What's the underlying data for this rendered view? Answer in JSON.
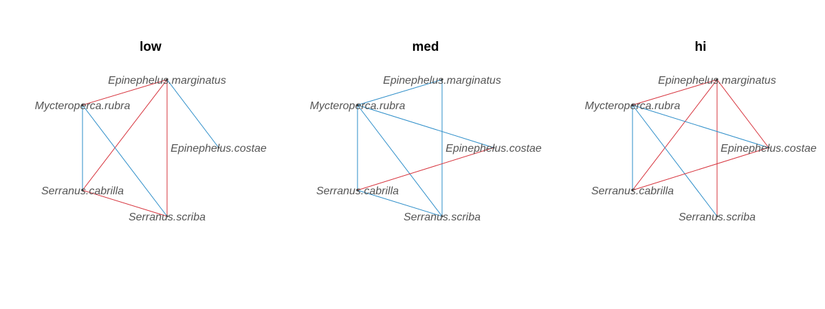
{
  "colors": {
    "positive": "#2a8cc8",
    "negative": "#d6303a",
    "label": "#555555",
    "title": "#000000"
  },
  "nodes": [
    {
      "id": "Epinephelus.marginatus",
      "label": "Epinephelus.marginatus"
    },
    {
      "id": "Mycteroperca.rubra",
      "label": "Mycteroperca.rubra"
    },
    {
      "id": "Epinephelus.costae",
      "label": "Epinephelus.costae"
    },
    {
      "id": "Serranus.cabrilla",
      "label": "Serranus.cabrilla"
    },
    {
      "id": "Serranus.scriba",
      "label": "Serranus.scriba"
    }
  ],
  "panels": [
    {
      "title": "low",
      "edges": [
        {
          "from": "Epinephelus.marginatus",
          "to": "Mycteroperca.rubra",
          "sign": "negative"
        },
        {
          "from": "Epinephelus.marginatus",
          "to": "Epinephelus.costae",
          "sign": "positive"
        },
        {
          "from": "Epinephelus.marginatus",
          "to": "Serranus.cabrilla",
          "sign": "negative"
        },
        {
          "from": "Epinephelus.marginatus",
          "to": "Serranus.scriba",
          "sign": "negative"
        },
        {
          "from": "Mycteroperca.rubra",
          "to": "Serranus.cabrilla",
          "sign": "positive"
        },
        {
          "from": "Mycteroperca.rubra",
          "to": "Serranus.scriba",
          "sign": "positive"
        },
        {
          "from": "Serranus.cabrilla",
          "to": "Serranus.scriba",
          "sign": "negative"
        }
      ]
    },
    {
      "title": "med",
      "edges": [
        {
          "from": "Epinephelus.marginatus",
          "to": "Mycteroperca.rubra",
          "sign": "positive"
        },
        {
          "from": "Epinephelus.marginatus",
          "to": "Serranus.scriba",
          "sign": "positive"
        },
        {
          "from": "Mycteroperca.rubra",
          "to": "Epinephelus.costae",
          "sign": "positive"
        },
        {
          "from": "Mycteroperca.rubra",
          "to": "Serranus.cabrilla",
          "sign": "positive"
        },
        {
          "from": "Mycteroperca.rubra",
          "to": "Serranus.scriba",
          "sign": "positive"
        },
        {
          "from": "Epinephelus.costae",
          "to": "Serranus.cabrilla",
          "sign": "negative"
        },
        {
          "from": "Serranus.cabrilla",
          "to": "Serranus.scriba",
          "sign": "positive"
        }
      ]
    },
    {
      "title": "hi",
      "edges": [
        {
          "from": "Epinephelus.marginatus",
          "to": "Mycteroperca.rubra",
          "sign": "negative"
        },
        {
          "from": "Epinephelus.marginatus",
          "to": "Epinephelus.costae",
          "sign": "negative"
        },
        {
          "from": "Epinephelus.marginatus",
          "to": "Serranus.cabrilla",
          "sign": "negative"
        },
        {
          "from": "Epinephelus.marginatus",
          "to": "Serranus.scriba",
          "sign": "negative"
        },
        {
          "from": "Mycteroperca.rubra",
          "to": "Epinephelus.costae",
          "sign": "positive"
        },
        {
          "from": "Mycteroperca.rubra",
          "to": "Serranus.cabrilla",
          "sign": "positive"
        },
        {
          "from": "Mycteroperca.rubra",
          "to": "Serranus.scriba",
          "sign": "positive"
        },
        {
          "from": "Epinephelus.costae",
          "to": "Serranus.cabrilla",
          "sign": "negative"
        }
      ]
    }
  ]
}
